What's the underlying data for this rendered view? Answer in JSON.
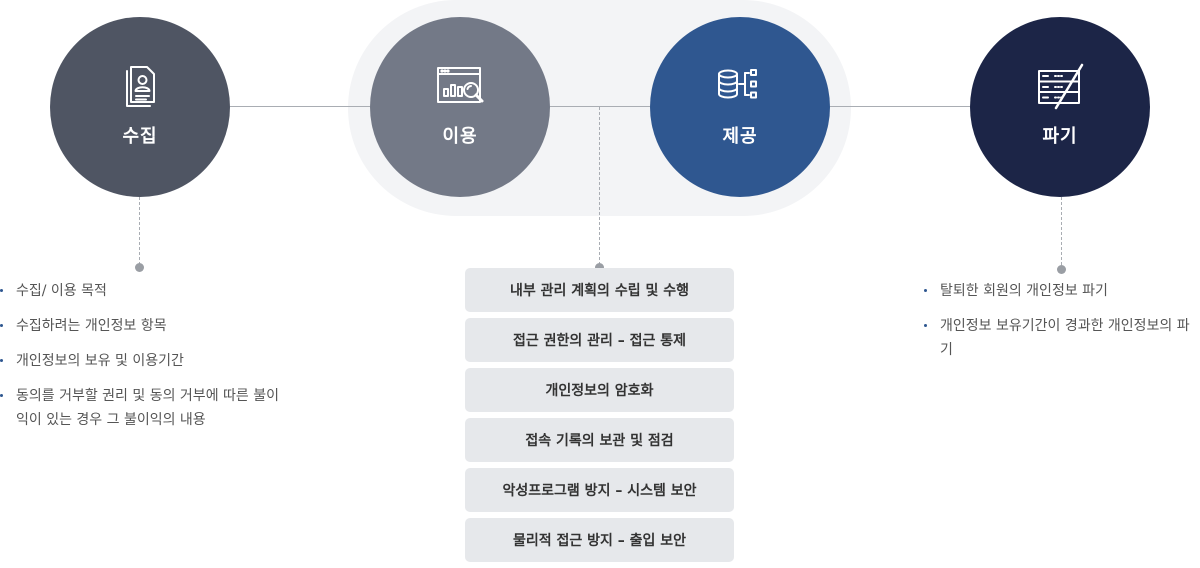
{
  "stages": [
    {
      "label": "수집",
      "icon": "document-user-icon",
      "color": "#4f5563"
    },
    {
      "label": "이용",
      "icon": "chart-magnifier-icon",
      "color": "#737987"
    },
    {
      "label": "제공",
      "icon": "database-share-icon",
      "color": "#2f5790"
    },
    {
      "label": "파기",
      "icon": "server-destroy-icon",
      "color": "#1c2547"
    }
  ],
  "collection_items": [
    "수집/ 이용 목적",
    "수집하려는 개인정보 항목",
    "개인정보의 보유 및 이용기간",
    "동의를 거부할 권리 및 동의 거부에 따른 불이익이 있는 경우 그 불이익의 내용"
  ],
  "protection_measures": [
    "내부 관리 계획의 수립 및 수행",
    "접근 권한의 관리 – 접근 통제",
    "개인정보의 암호화",
    "접속 기록의 보관 및 점검",
    "악성프로그램 방지 – 시스템 보안",
    "물리적 접근 방지 – 출입 보안"
  ],
  "destruction_items": [
    "탈퇴한 회원의 개인정보 파기",
    "개인정보 보유기간이 경과한 개인정보의 파기"
  ]
}
